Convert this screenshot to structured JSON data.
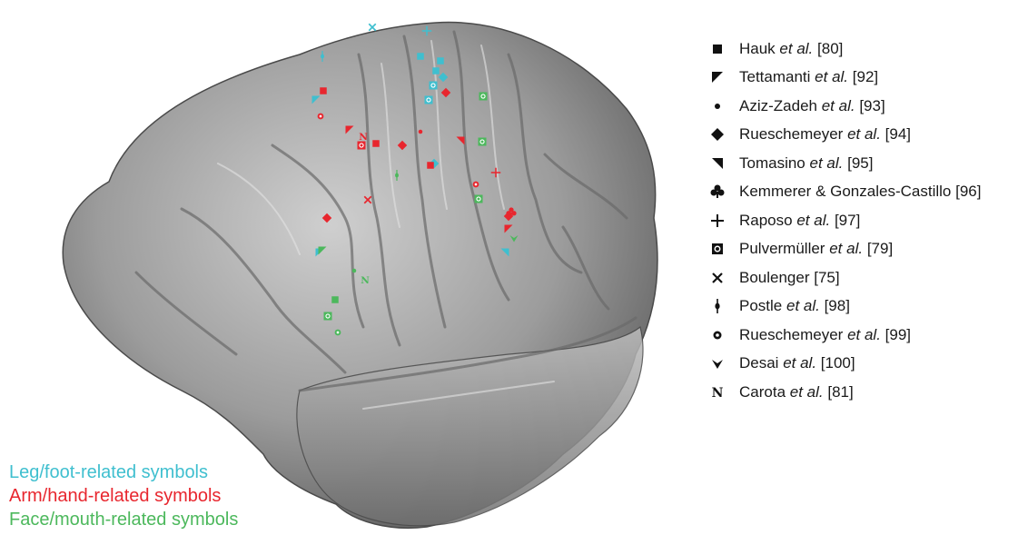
{
  "legend": [
    {
      "symbol": "square",
      "author": "Hauk",
      "etal": "et al.",
      "ref": "[80]"
    },
    {
      "symbol": "triangle-topleft",
      "author": "Tettamanti",
      "etal": "et al.",
      "ref": "[92]"
    },
    {
      "symbol": "dot",
      "author": "Aziz-Zadeh",
      "etal": "et al.",
      "ref": "[93]"
    },
    {
      "symbol": "diamond",
      "author": "Rueschemeyer",
      "etal": "et al.",
      "ref": "[94]"
    },
    {
      "symbol": "triangle-topright",
      "author": "Tomasino",
      "etal": "et al.",
      "ref": "[95]"
    },
    {
      "symbol": "clover",
      "author": "Kemmerer & Gonzales-Castillo",
      "etal": "",
      "ref": "[96]"
    },
    {
      "symbol": "plus",
      "author": "Raposo",
      "etal": "et al.",
      "ref": "[97]"
    },
    {
      "symbol": "boxed-dot",
      "author": "Pulvermüller",
      "etal": "et al.",
      "ref": "[79]"
    },
    {
      "symbol": "cross",
      "author": "Boulenger",
      "etal": "",
      "ref": "[75]"
    },
    {
      "symbol": "pin",
      "author": "Postle",
      "etal": "et al.",
      "ref": "[98]"
    },
    {
      "symbol": "ring",
      "author": "Rueschemeyer",
      "etal": "et al.",
      "ref": "[99]"
    },
    {
      "symbol": "arrowhead",
      "author": "Desai",
      "etal": "et al.",
      "ref": "[100]"
    },
    {
      "symbol": "letter-n",
      "author": "Carota",
      "etal": "et al.",
      "ref": "[81]"
    }
  ],
  "categories": [
    {
      "label": "Leg/foot-related symbols",
      "color": "#3fbfcf"
    },
    {
      "label": "Arm/hand-related symbols",
      "color": "#e8262e"
    },
    {
      "label": "Face/mouth-related symbols",
      "color": "#4cb85c"
    }
  ],
  "colors": {
    "leg": "#3fbfcf",
    "arm": "#e8262e",
    "face": "#4cb85c",
    "brain_dark": "#5a5a5a",
    "brain_light": "#c8c8c8"
  },
  "markers": [
    {
      "sym": "cross",
      "cat": "leg"
    },
    {
      "sym": "plus",
      "cat": "leg"
    },
    {
      "sym": "pin",
      "cat": "leg"
    },
    {
      "sym": "square",
      "cat": "leg"
    },
    {
      "sym": "square",
      "cat": "leg"
    },
    {
      "sym": "square",
      "cat": "leg"
    },
    {
      "sym": "diamond",
      "cat": "leg"
    },
    {
      "sym": "boxed-dot",
      "cat": "leg"
    },
    {
      "sym": "boxed-dot",
      "cat": "leg"
    },
    {
      "sym": "triangle-topleft",
      "cat": "leg"
    },
    {
      "sym": "diamond",
      "cat": "leg"
    },
    {
      "sym": "triangle-topleft",
      "cat": "leg"
    },
    {
      "sym": "triangle-topright",
      "cat": "leg"
    },
    {
      "sym": "square",
      "cat": "arm"
    },
    {
      "sym": "ring",
      "cat": "arm"
    },
    {
      "sym": "triangle-topleft",
      "cat": "arm"
    },
    {
      "sym": "letter-n",
      "cat": "arm"
    },
    {
      "sym": "boxed-dot",
      "cat": "arm"
    },
    {
      "sym": "square",
      "cat": "arm"
    },
    {
      "sym": "dot",
      "cat": "arm"
    },
    {
      "sym": "diamond",
      "cat": "arm"
    },
    {
      "sym": "diamond",
      "cat": "arm"
    },
    {
      "sym": "diamond",
      "cat": "arm"
    },
    {
      "sym": "square",
      "cat": "arm"
    },
    {
      "sym": "triangle-topright",
      "cat": "arm"
    },
    {
      "sym": "plus",
      "cat": "arm"
    },
    {
      "sym": "ring",
      "cat": "arm"
    },
    {
      "sym": "cross",
      "cat": "arm"
    },
    {
      "sym": "diamond",
      "cat": "arm"
    },
    {
      "sym": "clover",
      "cat": "arm"
    },
    {
      "sym": "triangle-topleft",
      "cat": "arm"
    },
    {
      "sym": "boxed-dot",
      "cat": "face"
    },
    {
      "sym": "boxed-dot",
      "cat": "face"
    },
    {
      "sym": "pin",
      "cat": "face"
    },
    {
      "sym": "boxed-dot",
      "cat": "face"
    },
    {
      "sym": "arrowhead",
      "cat": "face"
    },
    {
      "sym": "triangle-topleft",
      "cat": "face"
    },
    {
      "sym": "dot",
      "cat": "face"
    },
    {
      "sym": "letter-n",
      "cat": "face"
    },
    {
      "sym": "square",
      "cat": "face"
    },
    {
      "sym": "boxed-dot",
      "cat": "face"
    },
    {
      "sym": "ring",
      "cat": "face"
    }
  ]
}
